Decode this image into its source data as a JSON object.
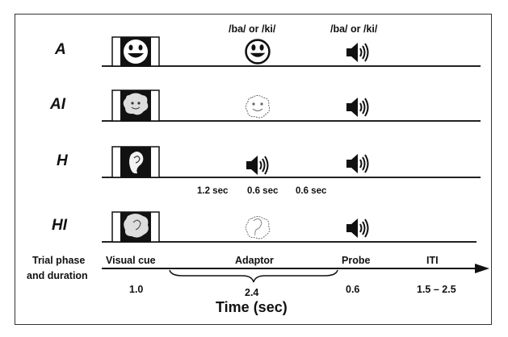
{
  "conditions": [
    "A",
    "AI",
    "H",
    "HI"
  ],
  "stimulus_labels": {
    "adaptor": "/ba/ or /ki/",
    "probe": "/ba/ or /ki/"
  },
  "durations_h_row": [
    "1.2 sec",
    "0.6 sec",
    "0.6 sec"
  ],
  "timeline": {
    "row_label_line1": "Trial phase",
    "row_label_line2": "and duration",
    "phases": [
      "Visual cue",
      "Adaptor",
      "Probe",
      "ITI"
    ],
    "phase_durations": [
      "1.0",
      "2.4",
      "0.6",
      "1.5 – 2.5"
    ],
    "axis_title": "Time (sec)"
  },
  "icons": {
    "visual_cue": [
      "smiley-face-icon",
      "blurred-face-icon",
      "ear-icon",
      "blurred-ear-icon"
    ],
    "adaptor": [
      "smiley-face-icon",
      "faint-blurred-face-icon",
      "speaker-icon",
      "faint-blurred-ear-icon"
    ],
    "probe": "speaker-icon"
  }
}
